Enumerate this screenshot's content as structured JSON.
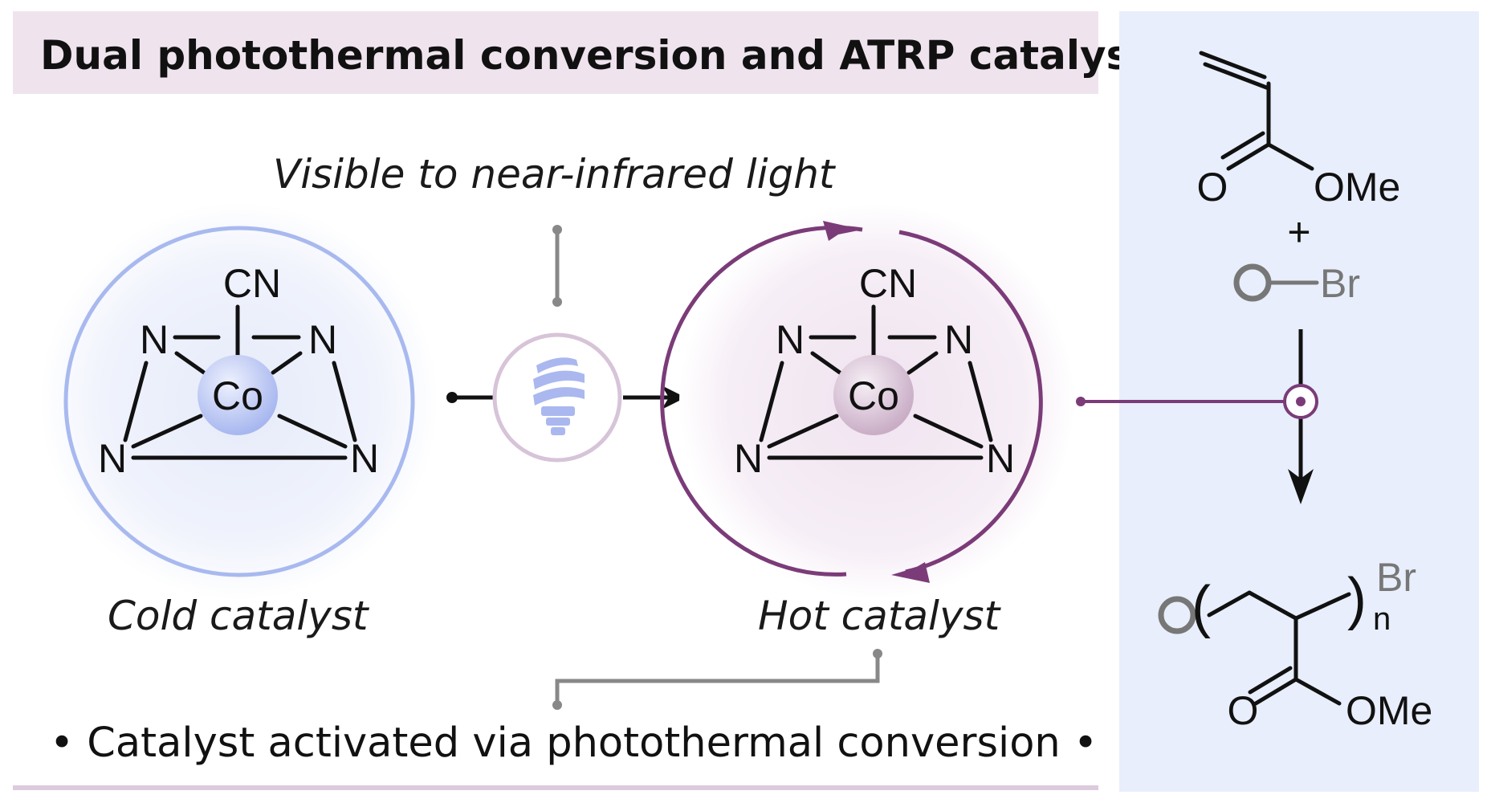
{
  "title": "Dual photothermal conversion and ATRP catalysis",
  "light_label": "Visible to near-infrared light",
  "cold_catalyst": {
    "label": "Cold catalyst",
    "metal": "Co",
    "axial_ligand": "CN",
    "donor": "N"
  },
  "hot_catalyst": {
    "label": "Hot catalyst",
    "metal": "Co",
    "axial_ligand": "CN",
    "donor": "N"
  },
  "bullet_text": "• Catalyst activated via photothermal conversion •",
  "reaction": {
    "monomer_carbonyl": "O",
    "monomer_ester": "OMe",
    "plus": "+",
    "initiator_halide": "Br",
    "product_end_group": "Br",
    "product_subscript": "n",
    "product_carbonyl": "O",
    "product_ester": "OMe",
    "bracket_left": "(",
    "bracket_right": ")"
  },
  "colors": {
    "title_band": "#efe4ee",
    "right_panel": "#e8eefb",
    "cold_ring": "#a8b9ef",
    "cold_metal": "#aebdf2",
    "hot_ring": "#7b3b78",
    "hot_metal": "#cdb5cb",
    "bulb_ring": "#d7c4d8",
    "bulb_icon": "#aab8ef",
    "connector": "#888888",
    "footer_line": "#dccbdc"
  }
}
